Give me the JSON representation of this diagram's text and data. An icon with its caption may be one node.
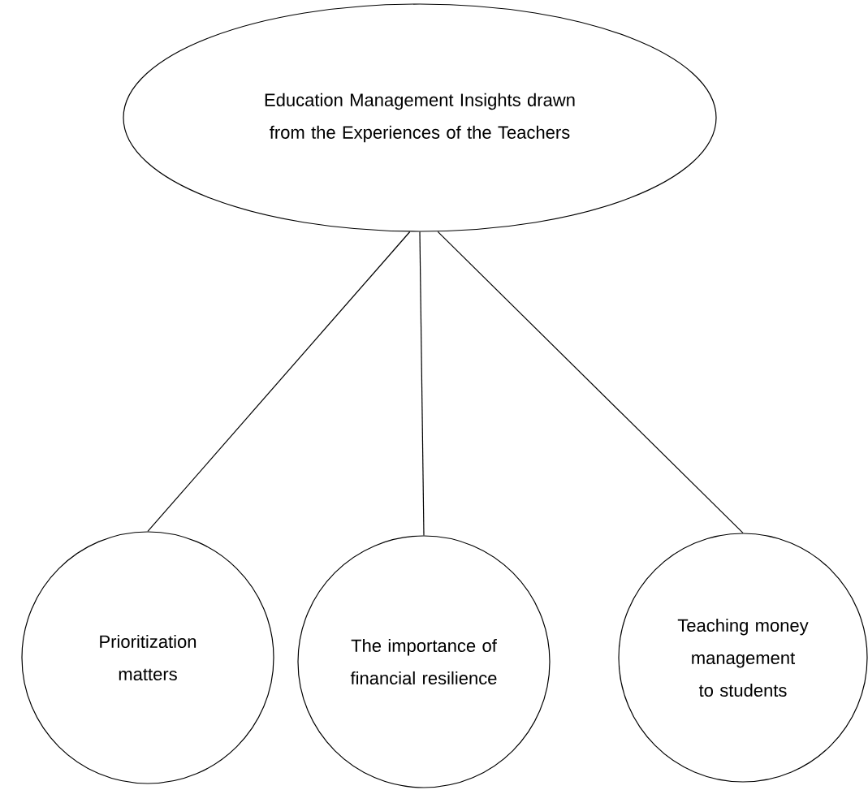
{
  "diagram": {
    "nodes": [
      {
        "text": [
          "Education Management Insights drawn from the Experiences of the Teachers"
        ]
      },
      {
        "text": [
          "Prioritization matters"
        ]
      },
      {
        "text": [
          "The importance of financial resilience"
        ]
      },
      {
        "text": [
          "Teaching money management to students"
        ]
      }
    ],
    "edges": [
      {
        "from": 0,
        "to": 1,
        "arrow": "none"
      },
      {
        "from": 0,
        "to": 2,
        "arrow": "none"
      },
      {
        "from": 0,
        "to": 3,
        "arrow": "none"
      }
    ]
  }
}
